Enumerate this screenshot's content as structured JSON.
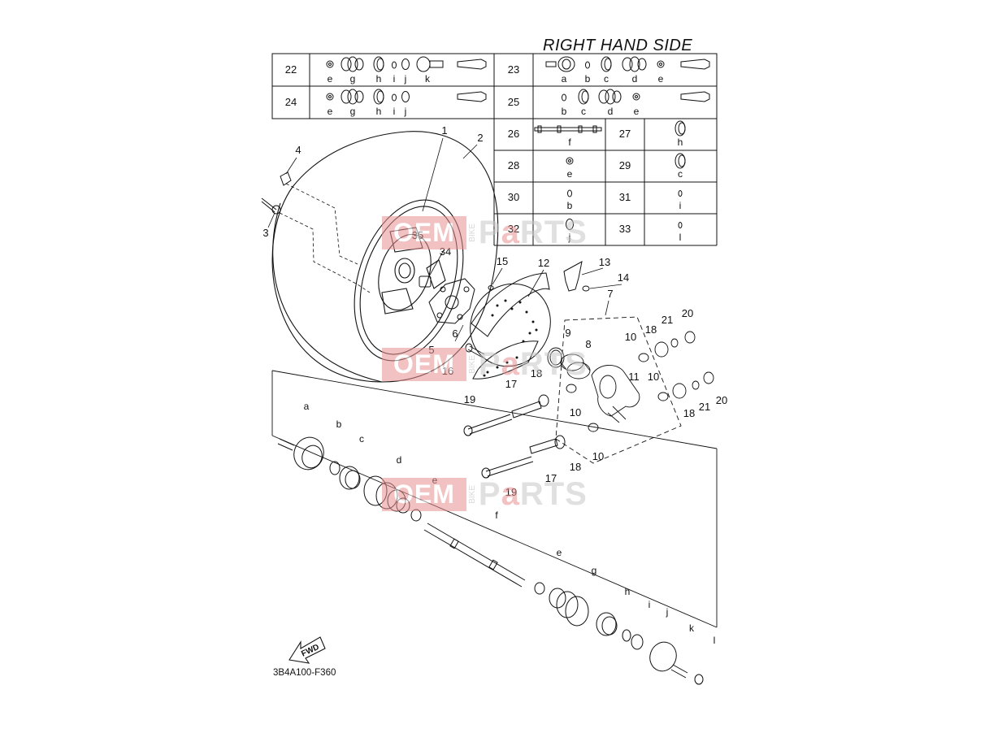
{
  "title": "RIGHT HAND SIDE",
  "diagram_code": "3B4A100-F360",
  "fwd_label": "FWD",
  "watermark": {
    "oem": "OEM",
    "bike": "BIKE",
    "parts_p": "P",
    "parts_a": "a",
    "parts_rts": "RTS"
  },
  "legend": {
    "rows": [
      {
        "num": "22",
        "letters": [
          "e",
          "g",
          "h",
          "i",
          "j",
          "k"
        ]
      },
      {
        "num": "23",
        "letters": [
          "a",
          "b",
          "c",
          "d",
          "e"
        ]
      },
      {
        "num": "24",
        "letters": [
          "e",
          "g",
          "h",
          "i",
          "j"
        ]
      },
      {
        "num": "25",
        "letters": [
          "b",
          "c",
          "d",
          "e"
        ]
      }
    ],
    "cells": [
      {
        "num": "26",
        "letter": "f"
      },
      {
        "num": "27",
        "letter": "h"
      },
      {
        "num": "28",
        "letter": "e"
      },
      {
        "num": "29",
        "letter": "c"
      },
      {
        "num": "30",
        "letter": "b"
      },
      {
        "num": "31",
        "letter": "i"
      },
      {
        "num": "32",
        "letter": "j"
      },
      {
        "num": "33",
        "letter": "l"
      }
    ]
  },
  "callouts": [
    "1",
    "2",
    "3",
    "4",
    "5",
    "6",
    "7",
    "8",
    "9",
    "10",
    "10",
    "10",
    "10",
    "11",
    "12",
    "13",
    "14",
    "15",
    "16",
    "17",
    "17",
    "18",
    "18",
    "18",
    "18",
    "19",
    "19",
    "20",
    "20",
    "21",
    "21",
    "34",
    "35"
  ],
  "shaft_letters": [
    "a",
    "b",
    "c",
    "d",
    "e",
    "f",
    "e",
    "g",
    "h",
    "i",
    "j",
    "k",
    "l"
  ]
}
